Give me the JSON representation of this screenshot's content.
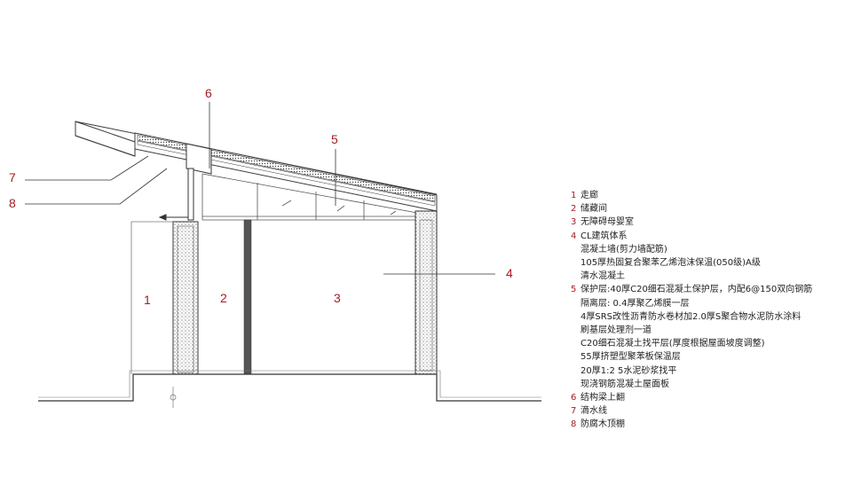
{
  "callouts": {
    "c1": "1",
    "c2": "2",
    "c3": "3",
    "c4": "4",
    "c5": "5",
    "c6": "6",
    "c7": "7",
    "c8": "8"
  },
  "legend": [
    {
      "num": "1",
      "text": "走廊",
      "sub": []
    },
    {
      "num": "2",
      "text": "储藏间",
      "sub": []
    },
    {
      "num": "3",
      "text": "无障碍母婴室",
      "sub": []
    },
    {
      "num": "4",
      "text": "CL建筑体系",
      "sub": [
        "混凝土墙(剪力墙配筋)",
        "105厚热固复合聚苯乙烯泡沫保温(050级)A级",
        "清水混凝土"
      ]
    },
    {
      "num": "5",
      "text": "保护层:40厚C20细石混凝土保护层，内配6@150双向钢筋",
      "sub": [
        "隔离层: 0.4厚聚乙烯膜一层",
        "4厚SRS改性沥青防水卷材加2.0厚S聚合物水泥防水涂料",
        "刷基层处理剂一道",
        "C20细石混凝土找平层(厚度根据屋面坡度调整)",
        "55厚挤塑型聚苯板保温层",
        "20厚1:2 5水泥砂浆找平",
        "现浇钢筋混凝土屋面板"
      ]
    },
    {
      "num": "6",
      "text": "结构梁上翻",
      "sub": []
    },
    {
      "num": "7",
      "text": "滴水线",
      "sub": []
    },
    {
      "num": "8",
      "text": "防腐木顶棚",
      "sub": []
    }
  ],
  "colors": {
    "accent": "#a31d24",
    "line": "#3a3a3a",
    "wall": "#555555"
  }
}
